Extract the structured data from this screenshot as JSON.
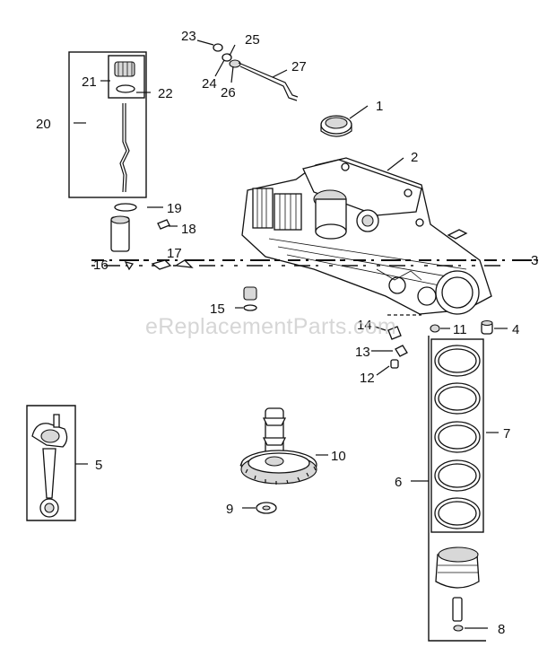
{
  "watermark": "eReplacementParts.com",
  "callouts": {
    "c1": "1",
    "c2": "2",
    "c3": "3",
    "c4": "4",
    "c5": "5",
    "c6": "6",
    "c7": "7",
    "c8": "8",
    "c9": "9",
    "c10": "10",
    "c11": "11",
    "c12": "12",
    "c13": "13",
    "c14": "14",
    "c15": "15",
    "c16": "16",
    "c17": "17",
    "c18": "18",
    "c19": "19",
    "c20": "20",
    "c21": "21",
    "c22": "22",
    "c23": "23",
    "c24": "24",
    "c25": "25",
    "c26": "26",
    "c27": "27"
  }
}
